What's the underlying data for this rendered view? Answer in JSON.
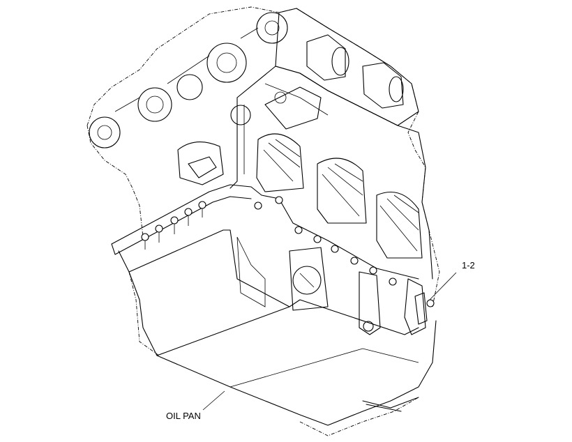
{
  "figure": {
    "callouts": [
      {
        "id": "part-ref",
        "label": "1-2"
      },
      {
        "id": "oil-pan",
        "label": "OIL PAN"
      }
    ]
  }
}
